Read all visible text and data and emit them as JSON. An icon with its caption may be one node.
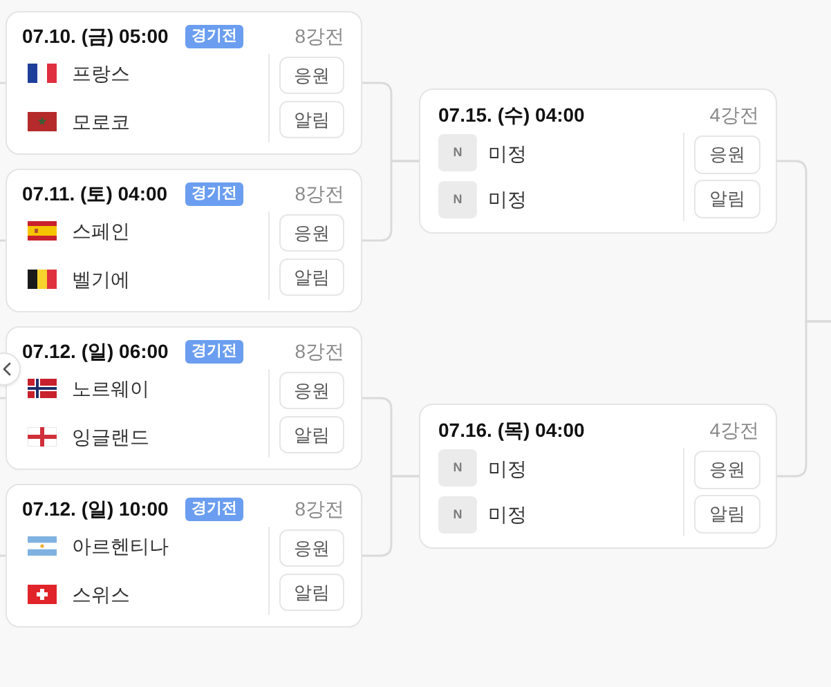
{
  "diagram": {
    "nodes": [
      {
        "text": [
          "07.10. (금) 05:00",
          "8강전",
          "프랑스",
          "모로코"
        ]
      },
      {
        "text": [
          "경기전"
        ],
        "in": 0
      },
      {
        "text": [
          "응원"
        ],
        "in": 0
      },
      {
        "text": [
          "알림"
        ],
        "in": 0
      },
      {
        "text": [
          "07.11. (토) 04:00",
          "8강전",
          "스페인",
          "벨기에"
        ]
      },
      {
        "text": [
          "경기전"
        ],
        "in": 4
      },
      {
        "text": [
          "응원"
        ],
        "in": 4
      },
      {
        "text": [
          "알림"
        ],
        "in": 4
      },
      {
        "text": [
          "07.12. (일) 06:00",
          "8강전",
          "노르웨이",
          "잉글랜드"
        ]
      },
      {
        "text": [
          "경기전"
        ],
        "in": 8
      },
      {
        "text": [
          "응원"
        ],
        "in": 8
      },
      {
        "text": [
          "알림"
        ],
        "in": 8
      },
      {
        "text": [
          "07.12. (일) 10:00",
          "8강전",
          "아르헨티나",
          "스위스"
        ]
      },
      {
        "text": [
          "경기전"
        ],
        "in": 12
      },
      {
        "text": [
          "응원"
        ],
        "in": 12
      },
      {
        "text": [
          "알림"
        ],
        "in": 12
      },
      {
        "text": [
          "07.15. (수) 04:00",
          "4강전",
          "미정",
          "미정"
        ]
      },
      {
        "text": [
          "N"
        ],
        "in": 16
      },
      {
        "text": [
          "응원"
        ],
        "in": 16
      },
      {
        "text": [
          "N"
        ],
        "in": 16
      },
      {
        "text": [
          "알림"
        ],
        "in": 16
      },
      {
        "text": [
          "07.16. (목) 04:00",
          "4강전",
          "미정",
          "미정"
        ]
      },
      {
        "text": [
          "N"
        ],
        "in": 21
      },
      {
        "text": [
          "응원"
        ],
        "in": 21
      },
      {
        "text": [
          "N"
        ],
        "in": 21
      },
      {
        "text": [
          "알림"
        ],
        "in": 21
      }
    ],
    "edges": [
      {
        "from": null,
        "to": 0,
        "arrow": "none"
      },
      {
        "from": null,
        "to": 4,
        "arrow": "none"
      },
      {
        "from": null,
        "to": 8,
        "arrow": "none"
      },
      {
        "from": null,
        "to": 12,
        "arrow": "none"
      },
      {
        "from": 0,
        "to": 16,
        "arrow": "none"
      },
      {
        "from": 4,
        "to": 16,
        "arrow": "none"
      },
      {
        "from": 8,
        "to": 21,
        "arrow": "none"
      },
      {
        "from": 12,
        "to": 21,
        "arrow": "none"
      },
      {
        "from": 16,
        "to": null,
        "arrow": "none"
      },
      {
        "from": 21,
        "to": null,
        "arrow": "none"
      }
    ]
  }
}
